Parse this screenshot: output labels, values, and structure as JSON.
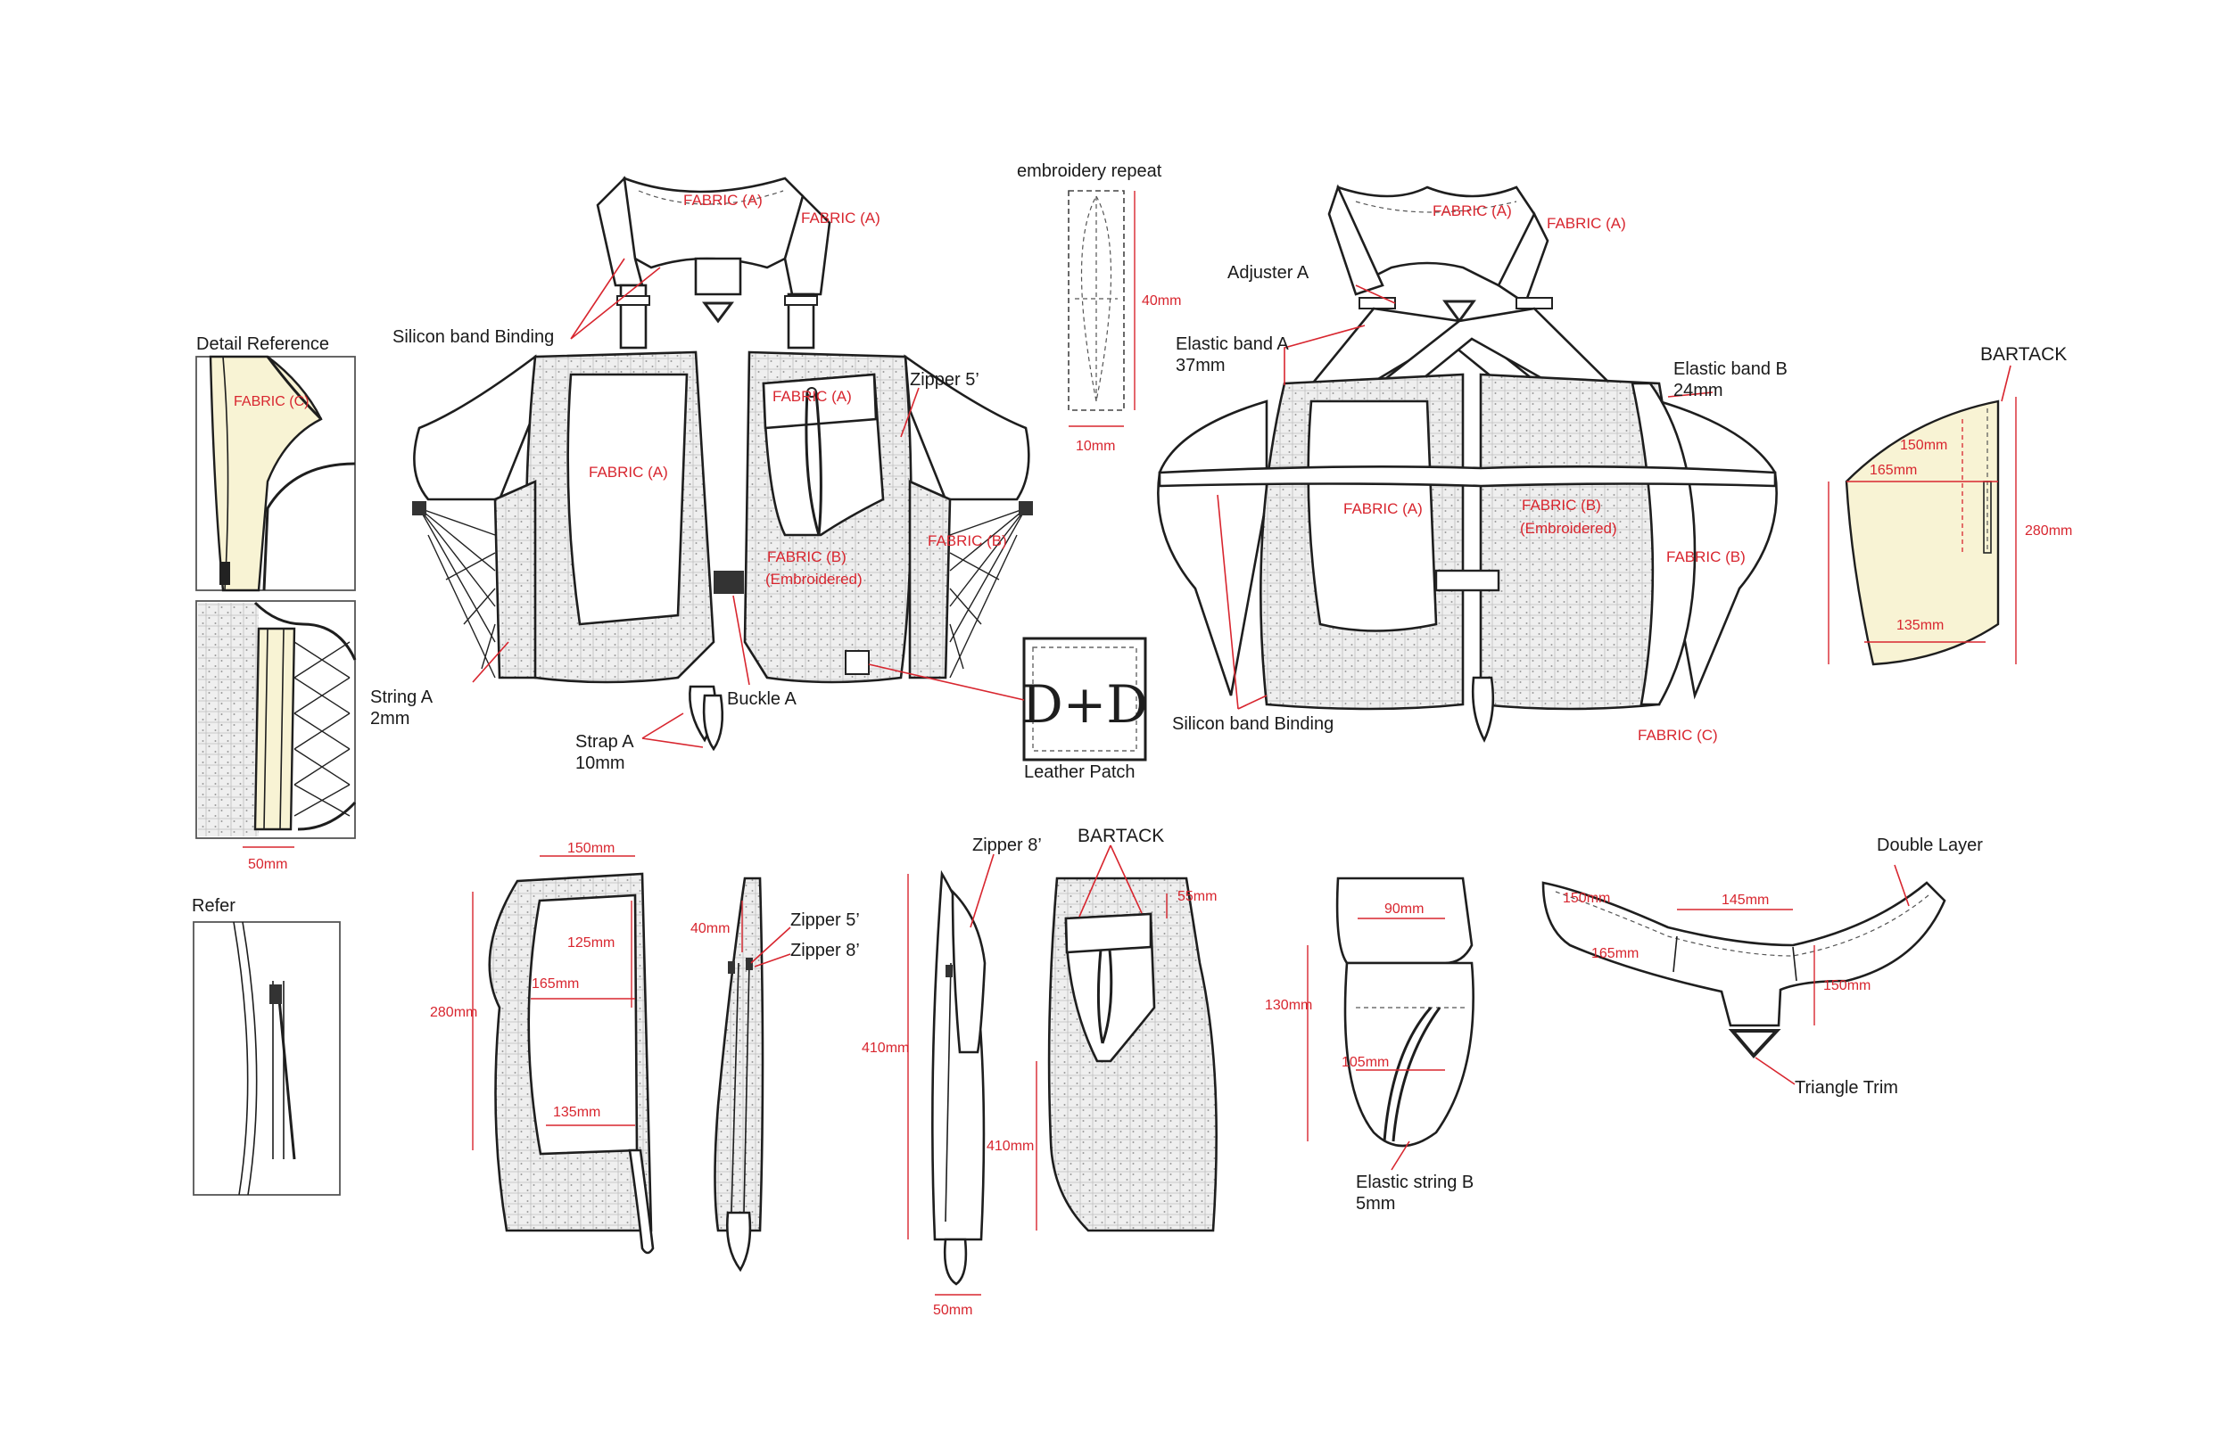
{
  "labels": {
    "detail_reference": "Detail Reference",
    "refer": "Refer",
    "silicon_band_binding": "Silicon band Binding",
    "string_a_1": "String A",
    "string_a_2": "2mm",
    "strap_a_1": "Strap A",
    "strap_a_2": "10mm",
    "buckle_a": "Buckle A",
    "zipper_5": "Zipper 5’",
    "zipper_8": "Zipper 8’",
    "embroidery_repeat": "embroidery repeat",
    "leather_patch": "Leather Patch",
    "adjuster_a": "Adjuster A",
    "elastic_band_a_1": "Elastic band A",
    "elastic_band_a_2": "37mm",
    "elastic_band_b_1": "Elastic band B",
    "elastic_band_b_2": "24mm",
    "bartack": "BARTACK",
    "double_layer": "Double Layer",
    "triangle_trim": "Triangle Trim",
    "elastic_string_b_1": "Elastic string B",
    "elastic_string_b_2": "5mm",
    "logo_text": "D+D"
  },
  "fabric": {
    "a": "FABRIC (A)",
    "b": "FABRIC (B)",
    "c": "FABRIC (C)",
    "embroidered": "(Embroidered)"
  },
  "dims": {
    "d10": "10mm",
    "d40": "40mm",
    "d50": "50mm",
    "d55": "55mm",
    "d90": "90mm",
    "d105": "105mm",
    "d125": "125mm",
    "d130": "130mm",
    "d135": "135mm",
    "d145": "145mm",
    "d150": "150mm",
    "d165": "165mm",
    "d280": "280mm",
    "d410": "410mm"
  },
  "colors": {
    "annotation_red": "#d8262f",
    "line": "#1e1e1e",
    "highlight_cream": "#f8f3d4"
  }
}
